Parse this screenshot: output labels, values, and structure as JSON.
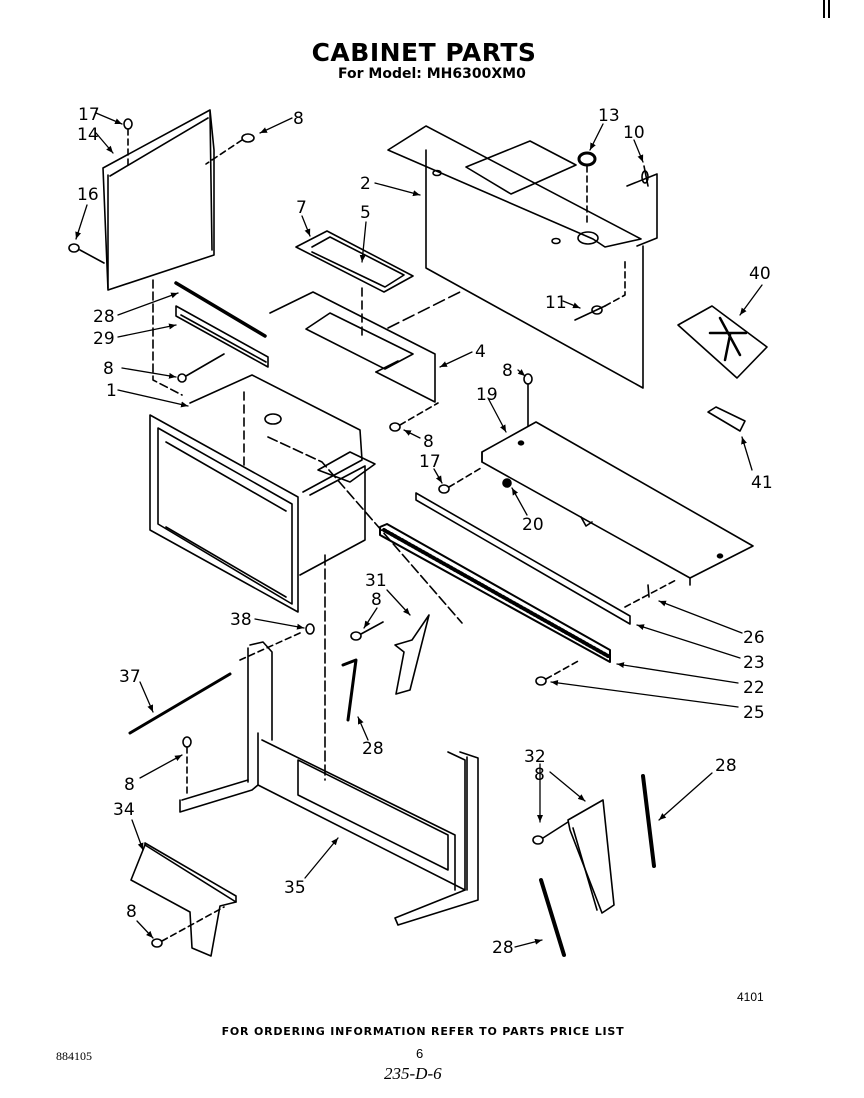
{
  "document": {
    "title": "CABINET PARTS",
    "subtitle": "For Model: MH6300XM0",
    "footer_note": "FOR ORDERING INFORMATION REFER TO PARTS PRICE LIST",
    "document_number": "884105",
    "page_number": "6",
    "handwritten_note": "235-D-6",
    "figure_number": "4101"
  },
  "callouts": [
    {
      "id": "c17a",
      "label": "17"
    },
    {
      "id": "c14",
      "label": "14"
    },
    {
      "id": "c8a",
      "label": "8"
    },
    {
      "id": "c16",
      "label": "16"
    },
    {
      "id": "c13",
      "label": "13"
    },
    {
      "id": "c10",
      "label": "10"
    },
    {
      "id": "c2",
      "label": "2"
    },
    {
      "id": "c7",
      "label": "7"
    },
    {
      "id": "c5",
      "label": "5"
    },
    {
      "id": "c40",
      "label": "40"
    },
    {
      "id": "c11",
      "label": "11"
    },
    {
      "id": "c28a",
      "label": "28"
    },
    {
      "id": "c29",
      "label": "29"
    },
    {
      "id": "c4",
      "label": "4"
    },
    {
      "id": "c8b",
      "label": "8"
    },
    {
      "id": "c8c",
      "label": "8"
    },
    {
      "id": "c1",
      "label": "1"
    },
    {
      "id": "c19",
      "label": "19"
    },
    {
      "id": "c8d",
      "label": "8"
    },
    {
      "id": "c17b",
      "label": "17"
    },
    {
      "id": "c41",
      "label": "41"
    },
    {
      "id": "c20",
      "label": "20"
    },
    {
      "id": "c31",
      "label": "31"
    },
    {
      "id": "c8e",
      "label": "8"
    },
    {
      "id": "c38",
      "label": "38"
    },
    {
      "id": "c26",
      "label": "26"
    },
    {
      "id": "c23",
      "label": "23"
    },
    {
      "id": "c37",
      "label": "37"
    },
    {
      "id": "c22",
      "label": "22"
    },
    {
      "id": "c25",
      "label": "25"
    },
    {
      "id": "c28b",
      "label": "28"
    },
    {
      "id": "c8f",
      "label": "8"
    },
    {
      "id": "c32",
      "label": "32"
    },
    {
      "id": "c8g",
      "label": "8"
    },
    {
      "id": "c28c",
      "label": "28"
    },
    {
      "id": "c34",
      "label": "34"
    },
    {
      "id": "c35",
      "label": "35"
    },
    {
      "id": "c8h",
      "label": "8"
    },
    {
      "id": "c28d",
      "label": "28"
    }
  ]
}
